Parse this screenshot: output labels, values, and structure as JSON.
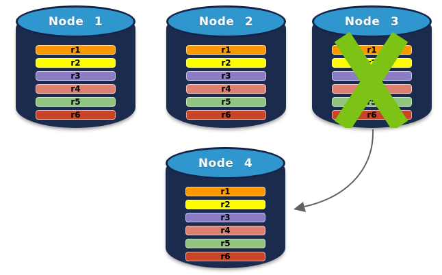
{
  "diagram": {
    "colors": {
      "cylinder_body": "#1B2B4D",
      "cylinder_top": "#2F96CE",
      "cylinder_border": "#15234A",
      "x_mark": "#7CC315",
      "arrow": "#616161",
      "title_text": "#FFFFFF",
      "row_text": "#000000"
    },
    "nodes": [
      {
        "title": "Node 1",
        "failed": false,
        "rows": [
          {
            "label": "r1",
            "color": "#FB9800"
          },
          {
            "label": "r2",
            "color": "#FDFD00"
          },
          {
            "label": "r3",
            "color": "#8A7CC5"
          },
          {
            "label": "r4",
            "color": "#DC8070"
          },
          {
            "label": "r5",
            "color": "#91C47E"
          },
          {
            "label": "r6",
            "color": "#CA4527"
          }
        ]
      },
      {
        "title": "Node 2",
        "failed": false,
        "rows": [
          {
            "label": "r1",
            "color": "#FB9800"
          },
          {
            "label": "r2",
            "color": "#FDFD00"
          },
          {
            "label": "r3",
            "color": "#8A7CC5"
          },
          {
            "label": "r4",
            "color": "#DC8070"
          },
          {
            "label": "r5",
            "color": "#91C47E"
          },
          {
            "label": "r6",
            "color": "#CA4527"
          }
        ]
      },
      {
        "title": "Node 3",
        "failed": true,
        "rows": [
          {
            "label": "r1",
            "color": "#FB9800"
          },
          {
            "label": "r2",
            "color": "#FDFD00"
          },
          {
            "label": "r3",
            "color": "#8A7CC5"
          },
          {
            "label": "r4",
            "color": "#DC8070"
          },
          {
            "label": "r5",
            "color": "#91C47E"
          },
          {
            "label": "r6",
            "color": "#CA4527"
          }
        ]
      },
      {
        "title": "Node 4",
        "failed": false,
        "rows": [
          {
            "label": "r1",
            "color": "#FB9800"
          },
          {
            "label": "r2",
            "color": "#FDFD00"
          },
          {
            "label": "r3",
            "color": "#8A7CC5"
          },
          {
            "label": "r4",
            "color": "#DC8070"
          },
          {
            "label": "r5",
            "color": "#91C47E"
          },
          {
            "label": "r6",
            "color": "#CA4527"
          }
        ]
      }
    ],
    "arrow": {
      "from": "Node 3",
      "to": "Node 4"
    }
  }
}
